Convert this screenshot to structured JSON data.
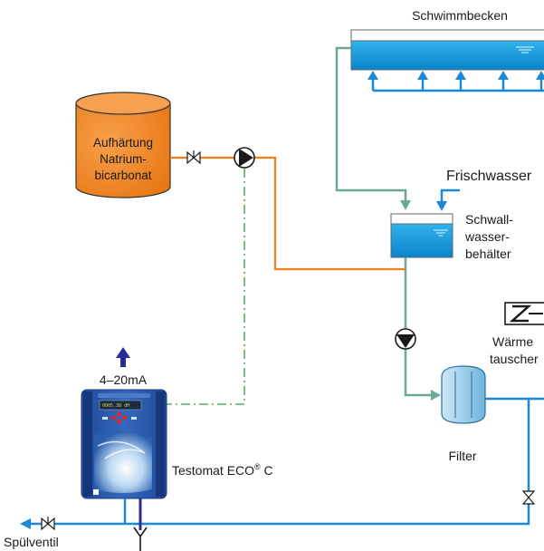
{
  "labels": {
    "pool": "Schwimmbecken",
    "fresh_water": "Frischwasser",
    "surge_tank_line1": "Schwall-",
    "surge_tank_line2": "wasser-",
    "surge_tank_line3": "behälter",
    "heat_exchanger_line1": "Wärme",
    "heat_exchanger_line2": "tauscher",
    "filter": "Filter",
    "softening_line1": "Aufhärtung",
    "softening_line2": "Natrium-",
    "softening_line3": "bicarbonat",
    "signal": "4–20mA",
    "device_name": "Testomat ECO",
    "device_reg": "®",
    "device_suffix": " C",
    "flush_valve": "Spülventil"
  },
  "colors": {
    "water_line": "#1e88d8",
    "return_line": "#6aa898",
    "dosing_line": "#ee7e1e",
    "signal_line": "#5aa86a",
    "tank_fill": "#f28a21",
    "device_body": "#2a58a8",
    "arrow_up": "#2b2a9a"
  }
}
